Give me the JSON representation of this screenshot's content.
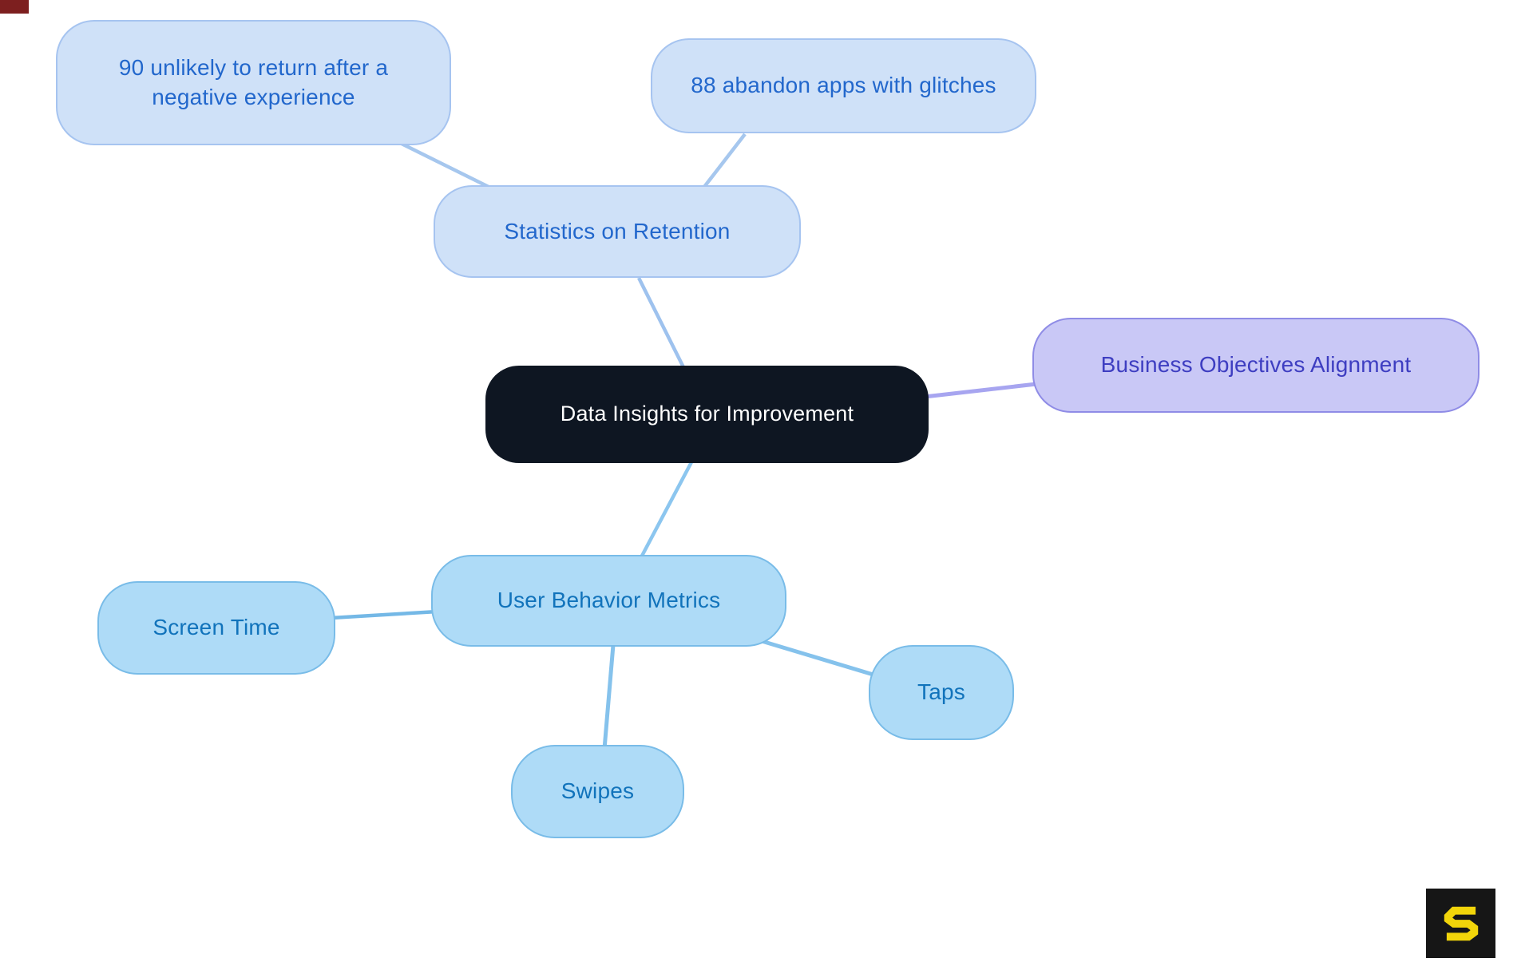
{
  "diagram": {
    "type": "mindmap",
    "background": "#ffffff",
    "nodes": {
      "central": {
        "label": "Data Insights for Improvement",
        "fill": "#0e1622",
        "text_color": "#ffffff"
      },
      "statistics": {
        "label": "Statistics on Retention",
        "fill": "#cfe1f8",
        "border": "#a6c4f0",
        "text_color": "#2267cc"
      },
      "stat_90": {
        "label": "90 unlikely to return after a negative experience",
        "fill": "#cfe1f8",
        "border": "#a6c4f0",
        "text_color": "#2267cc"
      },
      "stat_88": {
        "label": "88 abandon apps with glitches",
        "fill": "#cfe1f8",
        "border": "#a6c4f0",
        "text_color": "#2267cc"
      },
      "business": {
        "label": "Business Objectives Alignment",
        "fill": "#c9c8f6",
        "border": "#8f8ce6",
        "text_color": "#3e3ec1"
      },
      "ubm": {
        "label": "User Behavior Metrics",
        "fill": "#aedbf7",
        "border": "#79bce8",
        "text_color": "#1173bb"
      },
      "screen_time": {
        "label": "Screen Time",
        "fill": "#aedbf7",
        "border": "#79bce8",
        "text_color": "#1173bb"
      },
      "taps": {
        "label": "Taps",
        "fill": "#aedbf7",
        "border": "#79bce8",
        "text_color": "#1173bb"
      },
      "swipes": {
        "label": "Swipes",
        "fill": "#aedbf7",
        "border": "#79bce8",
        "text_color": "#1173bb"
      }
    },
    "edges": [
      {
        "from": "statistics",
        "to": "central",
        "color": "#9ec2ee"
      },
      {
        "from": "stat_90",
        "to": "statistics",
        "color": "#a6c7ee"
      },
      {
        "from": "stat_88",
        "to": "statistics",
        "color": "#a6c7ee"
      },
      {
        "from": "central",
        "to": "business",
        "color": "#a7a5f0"
      },
      {
        "from": "central",
        "to": "ubm",
        "color": "#8cc6ef"
      },
      {
        "from": "screen_time",
        "to": "ubm",
        "color": "#74b8e6"
      },
      {
        "from": "ubm",
        "to": "taps",
        "color": "#85c2ec"
      },
      {
        "from": "ubm",
        "to": "swipes",
        "color": "#85c2ec"
      }
    ]
  },
  "logo": {
    "name": "angular S watermark",
    "background": "#161616",
    "glyph_color": "#f2d50a"
  }
}
